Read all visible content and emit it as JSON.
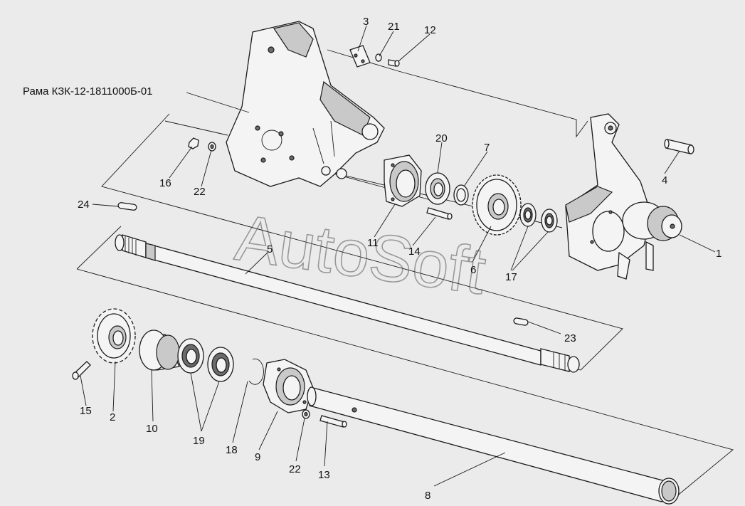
{
  "frame_label": "Рама КЗК-12-1811000Б-01",
  "watermark": "AutoSoft",
  "callouts": {
    "p1": "1",
    "p2": "2",
    "p3": "3",
    "p4": "4",
    "p5": "5",
    "p6": "6",
    "p7": "7",
    "p8": "8",
    "p9": "9",
    "p10": "10",
    "p11": "11",
    "p12": "12",
    "p13": "13",
    "p14": "14",
    "p15": "15",
    "p16": "16",
    "p17": "17",
    "p18": "18",
    "p19": "19",
    "p20": "20",
    "p21": "21",
    "p22a": "22",
    "p22b": "22",
    "p23": "23",
    "p24": "24"
  },
  "colors": {
    "background": "#ebebeb",
    "ink": "#1a1a1a",
    "shade": "#c9c9c9"
  }
}
